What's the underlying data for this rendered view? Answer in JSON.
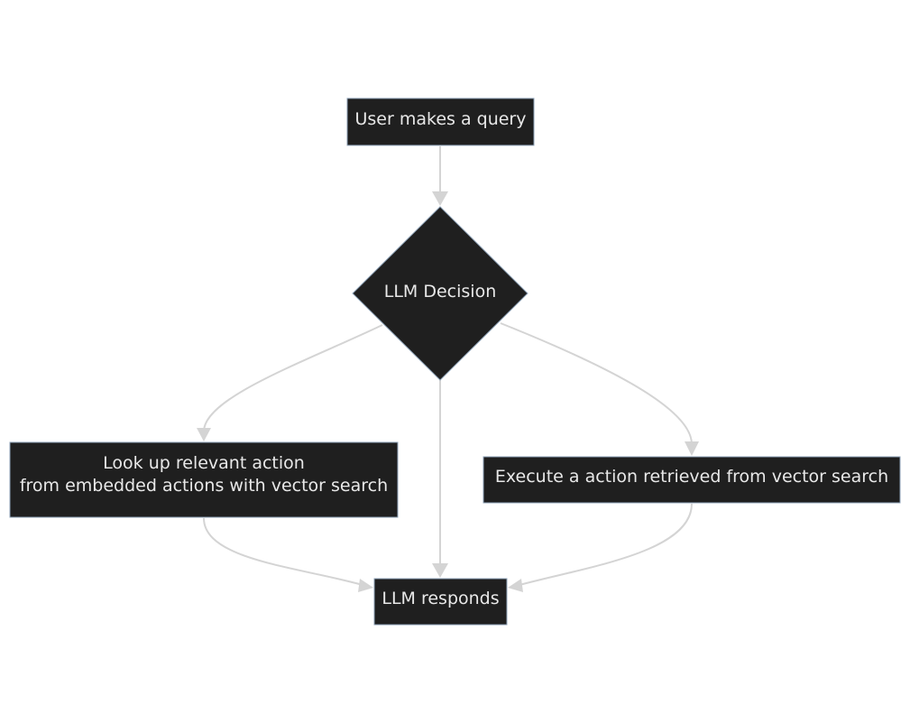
{
  "nodes": {
    "query": {
      "label": "User makes a query"
    },
    "decision": {
      "label": "LLM Decision"
    },
    "lookup": {
      "line1": "Look up relevant action",
      "line2": "from embedded actions with vector search"
    },
    "execute": {
      "label": "Execute a action retrieved from vector search"
    },
    "respond": {
      "label": "LLM responds"
    }
  },
  "colors": {
    "node_fill": "#1f1f1f",
    "node_border": "#8fa3b8",
    "node_text": "#e8e8e8",
    "edge": "#d4d4d4",
    "background": "#ffffff"
  }
}
